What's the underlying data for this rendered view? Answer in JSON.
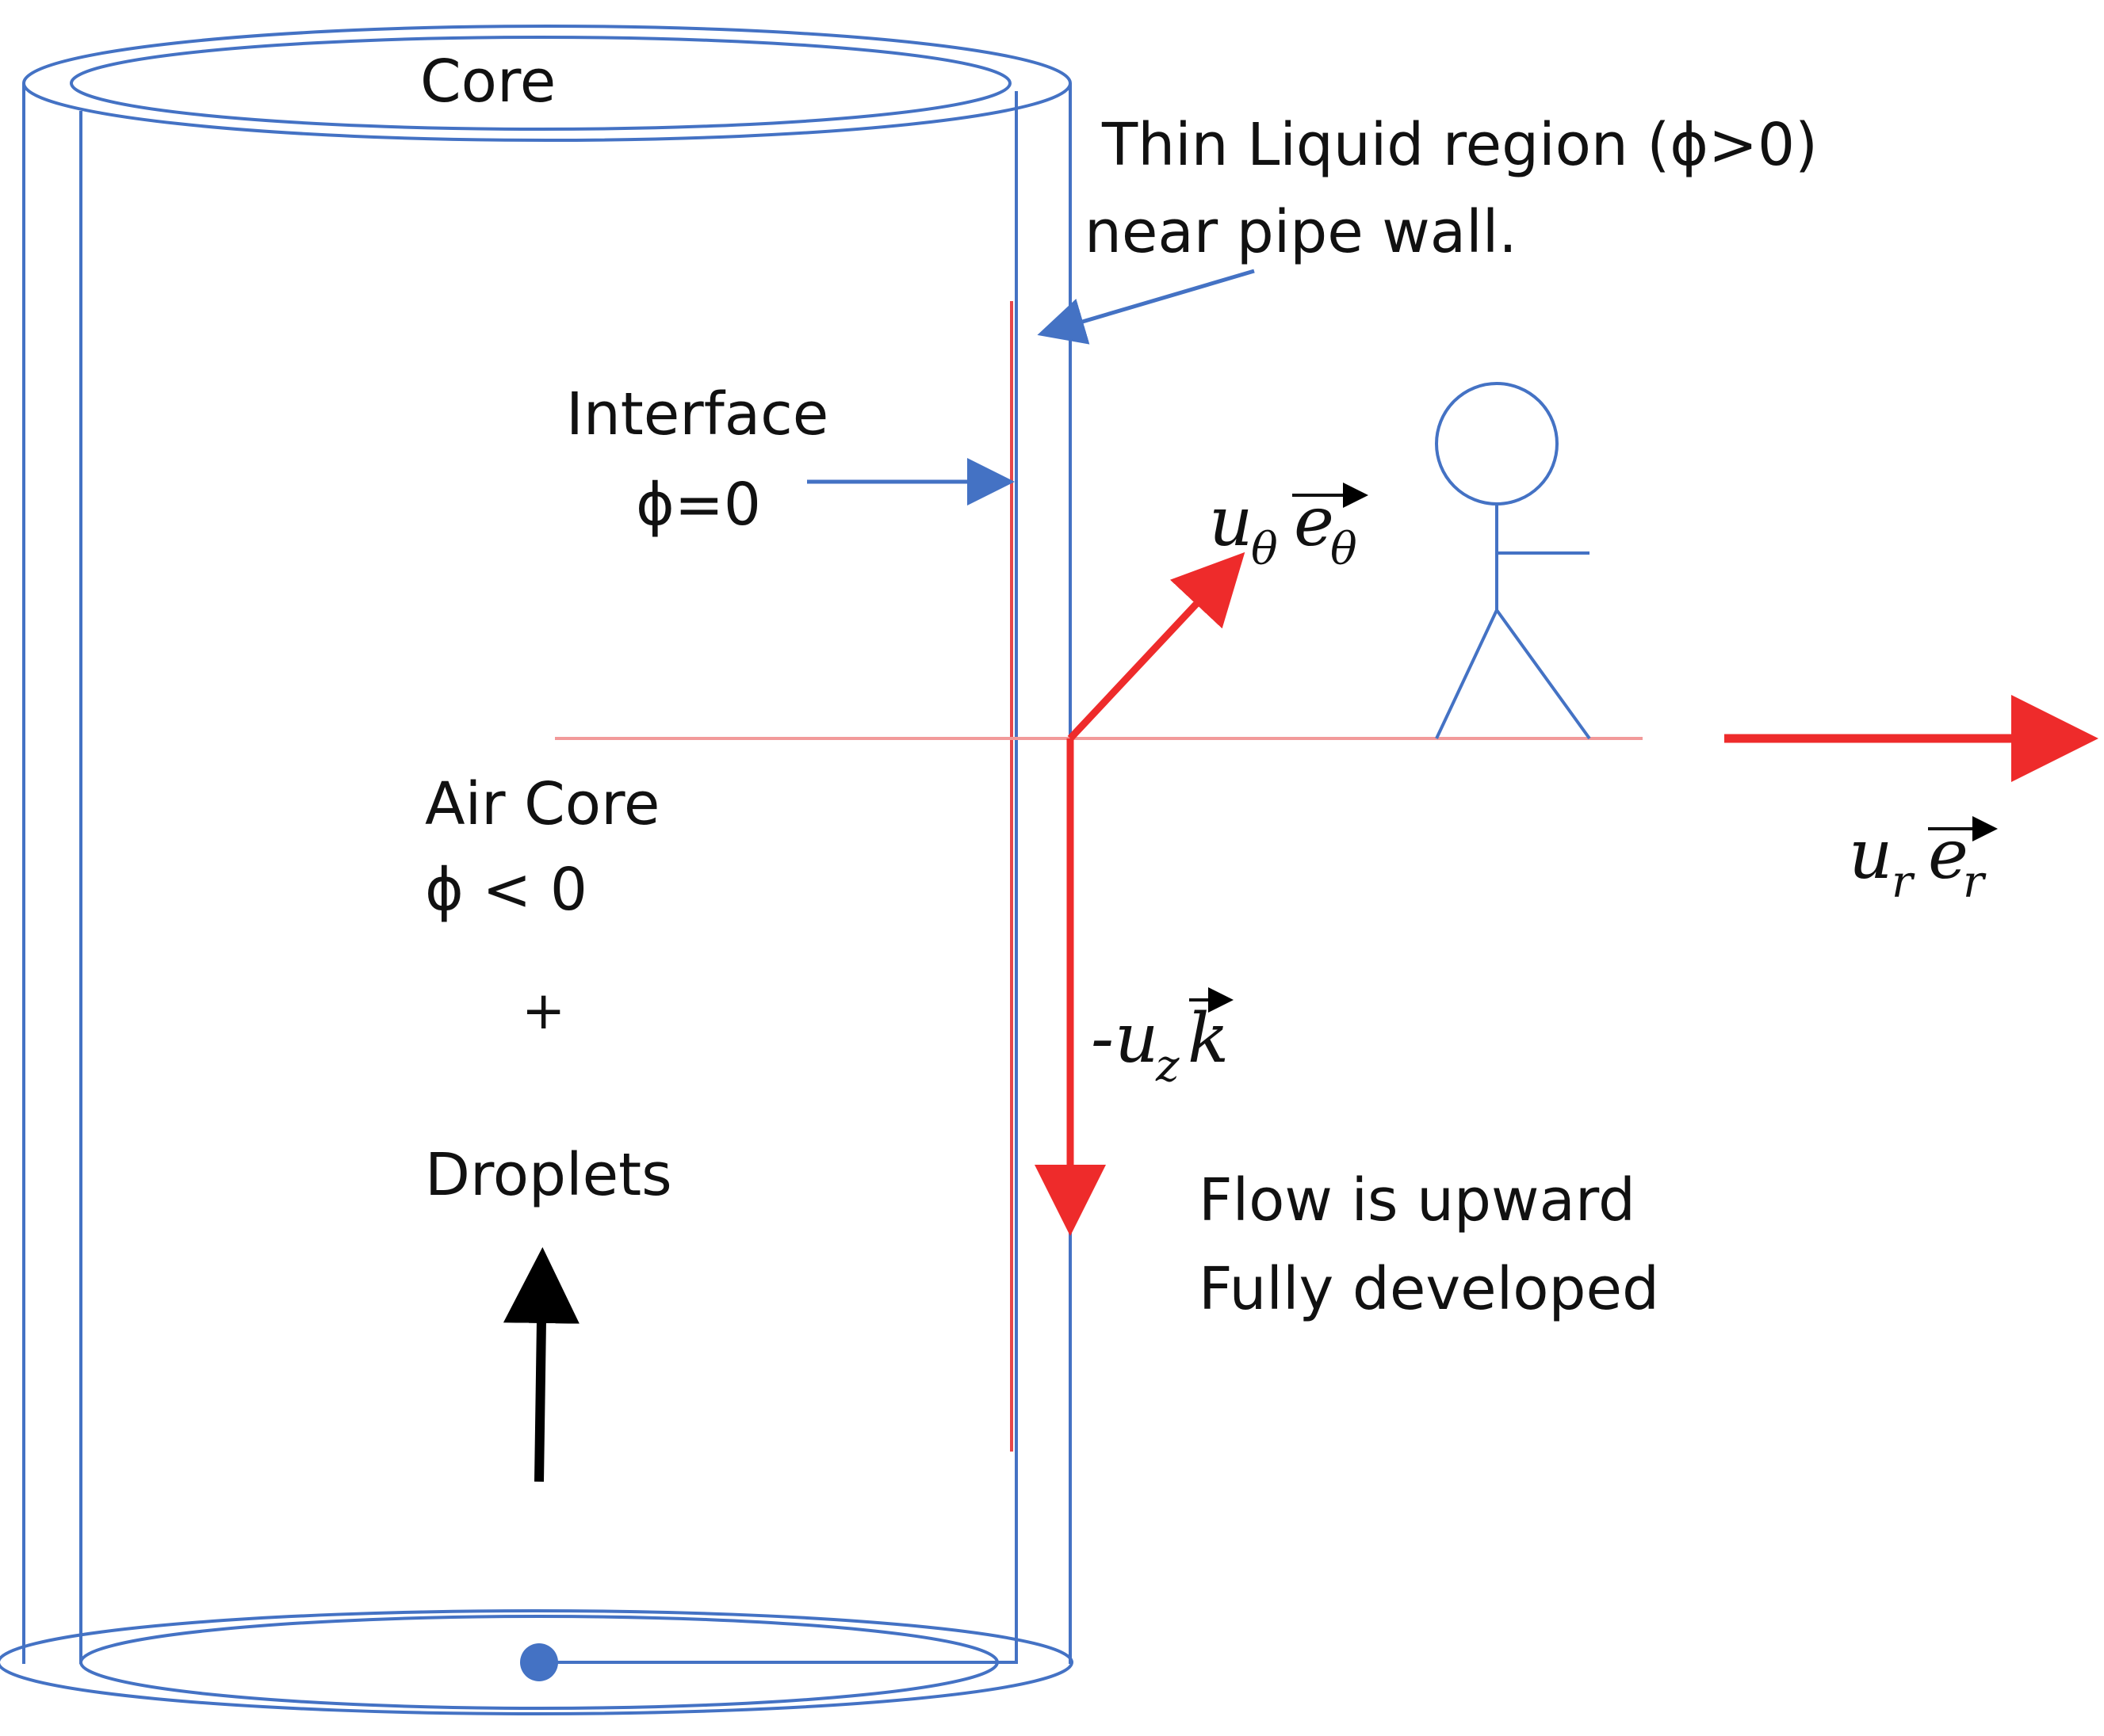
{
  "labels": {
    "core": "Core",
    "thin_liquid_line1": "Thin Liquid region (ϕ>0)",
    "thin_liquid_line2": "near pipe wall.",
    "interface_line1": "Interface",
    "interface_line2": "ϕ=0",
    "air_core_line1": "Air Core",
    "air_core_line2": "ϕ < 0",
    "plus": "+",
    "droplets": "Droplets",
    "flow_line1": "Flow is upward",
    "flow_line2": "Fully developed"
  },
  "vectors": {
    "theta": {
      "base": "u",
      "sub": "θ",
      "vec": "e",
      "vec_sub": "θ"
    },
    "r": {
      "base": "u",
      "sub": "r",
      "vec": "e",
      "vec_sub": "r"
    },
    "z": {
      "prefix": "-",
      "base": "u",
      "sub": "z",
      "vec": "k"
    }
  },
  "colors": {
    "pipe": "#4472c4",
    "vector": "#ee2b2b",
    "interface": "#e8474b",
    "axis": "#f29a9a",
    "flow_arrow": "#000000",
    "text": "#111111"
  },
  "icons": {
    "observer": "stick-figure-icon"
  }
}
